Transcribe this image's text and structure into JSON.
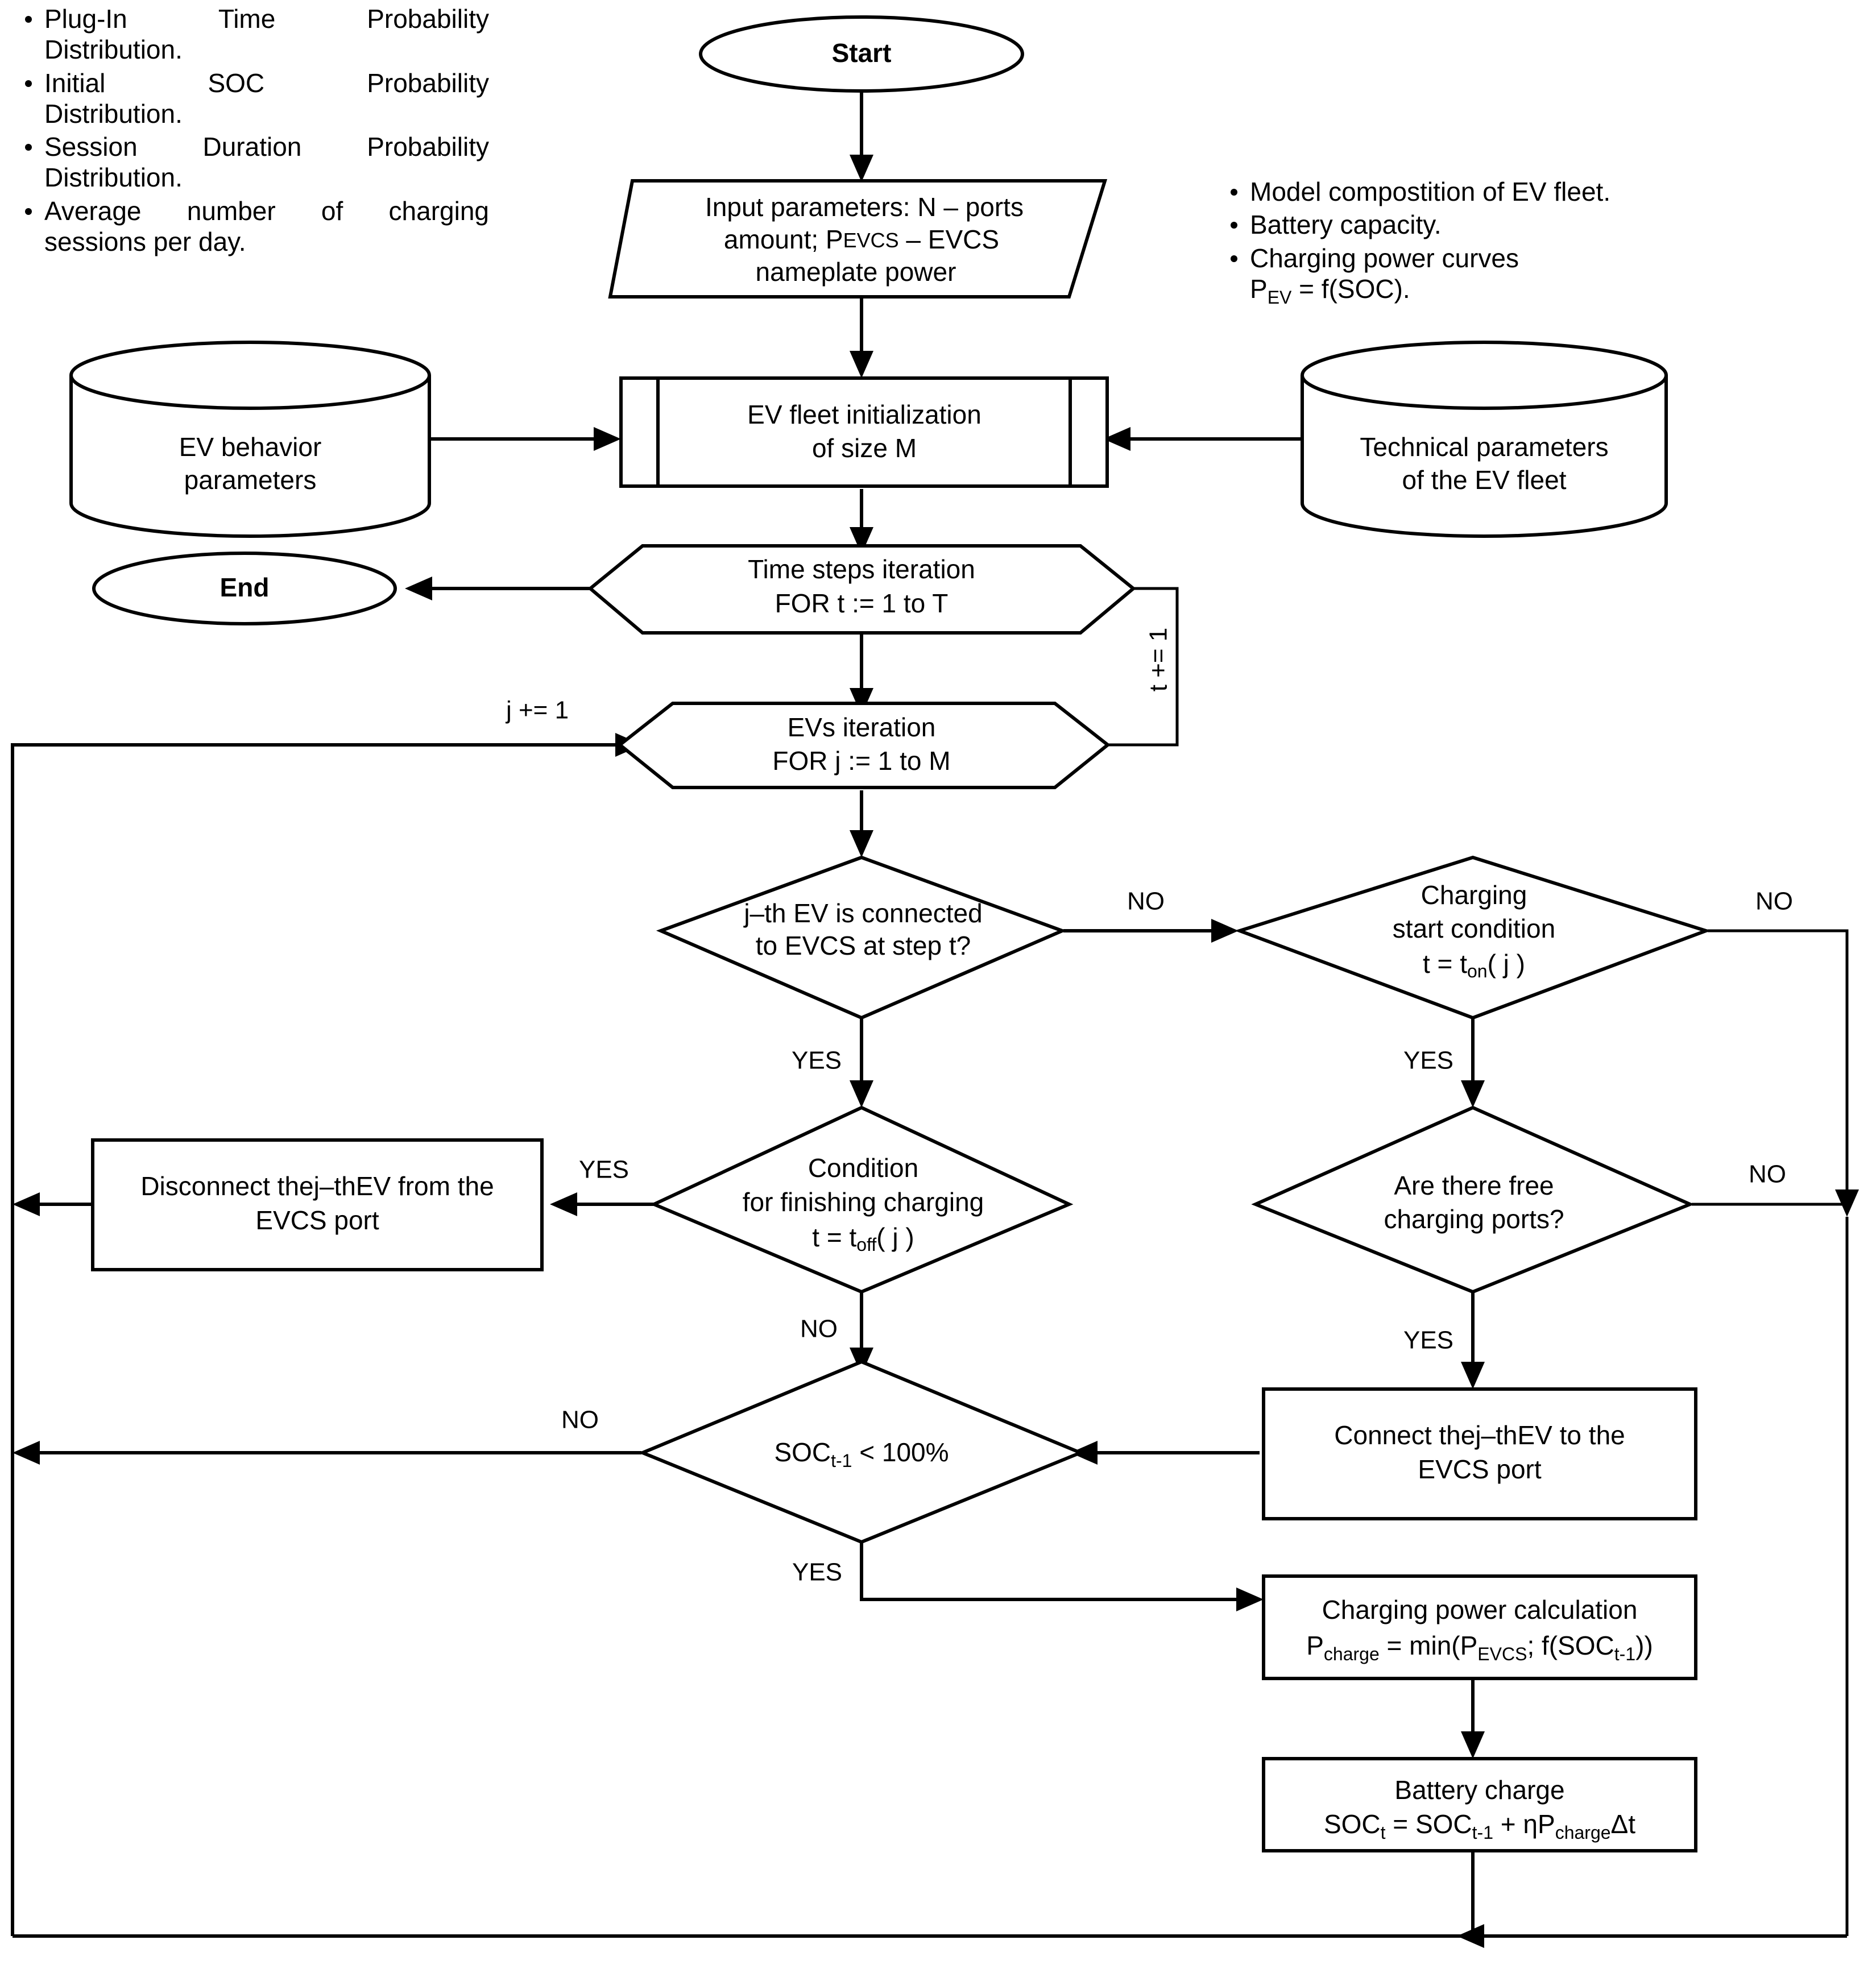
{
  "diagram": {
    "title": "EV charging station simulation algorithm flowchart",
    "line_color": "#000000",
    "fill_color": "#ffffff"
  },
  "left_inputs": {
    "name": "EV behavior input list",
    "items": [
      "Plug-In Time Probability Distribution.",
      "Initial SOC Probability Distribution.",
      "Session Duration Probability Distribution.",
      "Average number of charging sessions per day."
    ],
    "items_parts": [
      [
        "Plug-In",
        "Time",
        "Probability"
      ],
      [
        "Initial",
        "SOC",
        "Probability"
      ],
      [
        "Session",
        "Duration",
        "Probability"
      ],
      [
        "Average",
        "number",
        "of",
        "charging"
      ]
    ],
    "items_tail": [
      "Distribution.",
      "Distribution.",
      "Distribution.",
      "sessions per day."
    ]
  },
  "right_inputs": {
    "name": "EV technical input list",
    "items": [
      "Model compostition of EV fleet.",
      "Battery capacity.",
      "Charging power curves"
    ],
    "formula_line": {
      "base": "P",
      "sub": "EV",
      "rest": " = f(SOC)."
    }
  },
  "nodes": {
    "start": {
      "label": "Start",
      "shape": "terminator-ellipse"
    },
    "end": {
      "label": "End",
      "shape": "terminator-ellipse"
    },
    "input_params": {
      "shape": "parallelogram",
      "line1": "Input parameters: N – ports",
      "line2_a": "amount;  P",
      "line2_sub": "EVCS",
      "line2_b": " – EVCS",
      "line3": "nameplate power"
    },
    "ev_behavior_db": {
      "shape": "cylinder",
      "line1": "EV behavior",
      "line2": "parameters"
    },
    "ev_technical_db": {
      "shape": "cylinder",
      "line1": "Technical parameters",
      "line2": "of the EV fleet"
    },
    "fleet_init": {
      "shape": "predefined-process",
      "line1": "EV fleet initialization",
      "line2": "of size M"
    },
    "time_loop": {
      "shape": "hexagon",
      "line1": "Time steps iteration",
      "line2": "FOR t := 1 to T"
    },
    "ev_loop": {
      "shape": "hexagon",
      "line1": "EVs iteration",
      "line2": "FOR j := 1 to M"
    },
    "dec_connected": {
      "shape": "diamond",
      "line1": "j–th EV is connected",
      "line2": "to EVCS at step t?"
    },
    "dec_start_cond": {
      "shape": "diamond",
      "line1": "Charging",
      "line2": "start condition",
      "line3_a": "t = t",
      "line3_sub": "on",
      "line3_b": "( j )"
    },
    "dec_finish_cond": {
      "shape": "diamond",
      "line1": "Condition",
      "line2": "for finishing charging",
      "line3_a": "t = t",
      "line3_sub": "off",
      "line3_b": "( j )"
    },
    "dec_free_ports": {
      "shape": "diamond",
      "line1": "Are there free",
      "line2": "charging ports?"
    },
    "dec_soc": {
      "shape": "diamond",
      "line_a": "SOC",
      "line_sub": "t-1",
      "line_b": " < 100%"
    },
    "disconnect": {
      "shape": "process",
      "line1_a": "Disconnect the",
      "line1_b": "j–th",
      "line1_c": "EV from the",
      "line2": "EVCS port"
    },
    "connect": {
      "shape": "process",
      "line1_a": "Connect the",
      "line1_b": "j–th",
      "line1_c": "EV to the",
      "line2": "EVCS port"
    },
    "power_calc": {
      "shape": "process",
      "line1": "Charging power calculation",
      "f_p": "P",
      "f_charge": "charge",
      "f_eq": " = min(P",
      "f_evcs": "EVCS",
      "f_mid": "; f(SOC",
      "f_tm1": "t-1",
      "f_end": "))"
    },
    "battery_charge": {
      "shape": "process",
      "line1": "Battery charge",
      "f_soc": "SOC",
      "f_t": "t",
      "f_eq": " = SOC",
      "f_tm1": "t-1",
      "f_plus": " + ηP",
      "f_charge": "charge",
      "f_dt": "Δt"
    }
  },
  "edge_labels": {
    "t_increment": "t += 1",
    "j_increment": "j += 1",
    "connected_no": "NO",
    "connected_yes": "YES",
    "start_cond_no": "NO",
    "start_cond_yes": "YES",
    "finish_yes": "YES",
    "finish_no": "NO",
    "free_ports_no": "NO",
    "free_ports_yes": "YES",
    "soc_no": "NO",
    "soc_yes": "YES"
  }
}
